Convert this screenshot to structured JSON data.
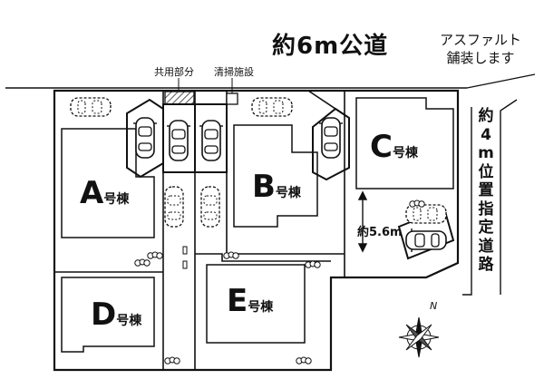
{
  "road_main": "約6m公道",
  "paving_note": [
    "アスファルト",
    "舗装します"
  ],
  "side_road": [
    "約",
    "4",
    "m",
    "位",
    "置",
    "指",
    "定",
    "道",
    "路"
  ],
  "common_area": "共用部分",
  "cleaning_facility": "清掃施設",
  "buildings": {
    "A": {
      "letter": "A",
      "suffix": "号棟"
    },
    "B": {
      "letter": "B",
      "suffix": "号棟"
    },
    "C": {
      "letter": "C",
      "suffix": "号棟"
    },
    "D": {
      "letter": "D",
      "suffix": "号棟"
    },
    "E": {
      "letter": "E",
      "suffix": "号棟"
    }
  },
  "dimension": "約5.6m",
  "north_label": "N",
  "colors": {
    "line": "#111111",
    "background": "#ffffff"
  }
}
